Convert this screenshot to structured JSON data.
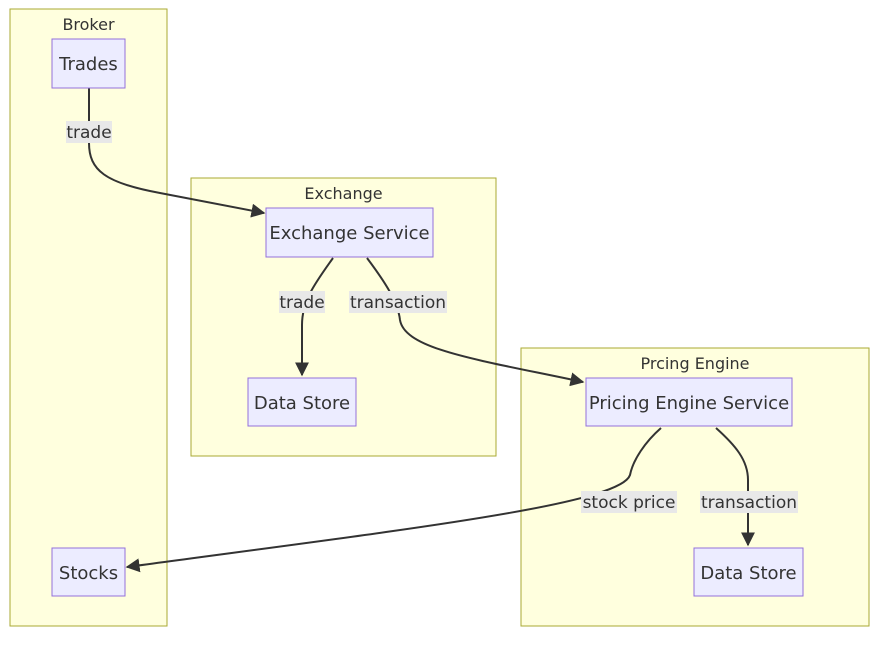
{
  "colors": {
    "cluster_fill": "#ffffde",
    "cluster_stroke": "#aaaa33",
    "node_fill": "#ececff",
    "node_stroke": "#9370db",
    "edge": "#333333",
    "edge_label_bg": "#e8e8e8"
  },
  "clusters": {
    "broker": {
      "title": "Broker"
    },
    "exchange": {
      "title": "Exchange"
    },
    "pricing": {
      "title": "Prcing Engine"
    }
  },
  "nodes": {
    "trades": {
      "label": "Trades"
    },
    "stocks": {
      "label": "Stocks"
    },
    "exchange_service": {
      "label": "Exchange Service"
    },
    "exchange_store": {
      "label": "Data Store"
    },
    "pricing_service": {
      "label": "Pricing Engine Service"
    },
    "pricing_store": {
      "label": "Data Store"
    }
  },
  "edges": {
    "trades_to_exchange": {
      "label": "trade"
    },
    "exchange_to_store": {
      "label": "trade"
    },
    "exchange_to_pricing": {
      "label": "transaction"
    },
    "pricing_to_stocks": {
      "label": "stock price"
    },
    "pricing_to_store": {
      "label": "transaction"
    }
  }
}
